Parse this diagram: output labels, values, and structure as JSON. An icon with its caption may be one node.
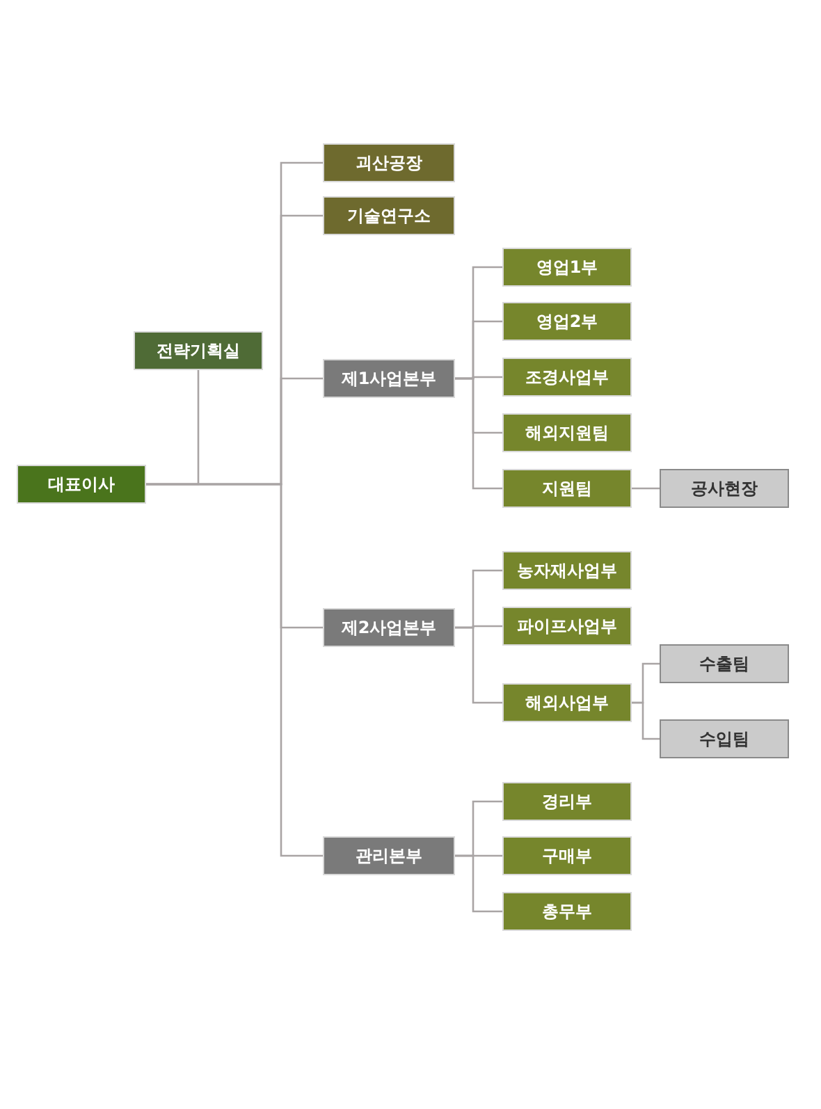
{
  "diagram": {
    "nodes": [
      {
        "text": [
          "대표이사"
        ]
      },
      {
        "text": [
          "전략기획실"
        ]
      },
      {
        "text": [
          "괴산공장"
        ]
      },
      {
        "text": [
          "기술연구소"
        ]
      },
      {
        "text": [
          "제1사업본부"
        ]
      },
      {
        "text": [
          "제2사업본부"
        ]
      },
      {
        "text": [
          "관리본부"
        ]
      },
      {
        "text": [
          "영업1부"
        ]
      },
      {
        "text": [
          "영업2부"
        ]
      },
      {
        "text": [
          "조경사업부"
        ]
      },
      {
        "text": [
          "해외지원팀"
        ]
      },
      {
        "text": [
          "지원팀"
        ]
      },
      {
        "text": [
          "공사현장"
        ]
      },
      {
        "text": [
          "농자재사업부"
        ]
      },
      {
        "text": [
          "파이프사업부"
        ]
      },
      {
        "text": [
          "해외사업부"
        ]
      },
      {
        "text": [
          "수출팀"
        ]
      },
      {
        "text": [
          "수입팀"
        ]
      },
      {
        "text": [
          "경리부"
        ]
      },
      {
        "text": [
          "구매부"
        ]
      },
      {
        "text": [
          "총무부"
        ]
      }
    ],
    "edges": [
      {
        "from": 0,
        "to": 1,
        "arrow": "none"
      },
      {
        "from": 0,
        "to": 2,
        "arrow": "none"
      },
      {
        "from": 0,
        "to": 3,
        "arrow": "none"
      },
      {
        "from": 0,
        "to": 4,
        "arrow": "none"
      },
      {
        "from": 0,
        "to": 5,
        "arrow": "none"
      },
      {
        "from": 0,
        "to": 6,
        "arrow": "none"
      },
      {
        "from": 4,
        "to": 7,
        "arrow": "none"
      },
      {
        "from": 4,
        "to": 8,
        "arrow": "none"
      },
      {
        "from": 4,
        "to": 9,
        "arrow": "none"
      },
      {
        "from": 4,
        "to": 10,
        "arrow": "none"
      },
      {
        "from": 4,
        "to": 11,
        "arrow": "none"
      },
      {
        "from": 11,
        "to": 12,
        "arrow": "none"
      },
      {
        "from": 5,
        "to": 13,
        "arrow": "none"
      },
      {
        "from": 5,
        "to": 14,
        "arrow": "none"
      },
      {
        "from": 5,
        "to": 15,
        "arrow": "none"
      },
      {
        "from": 15,
        "to": 16,
        "arrow": "none"
      },
      {
        "from": 15,
        "to": 17,
        "arrow": "none"
      },
      {
        "from": 6,
        "to": 18,
        "arrow": "none"
      },
      {
        "from": 6,
        "to": 19,
        "arrow": "none"
      },
      {
        "from": 6,
        "to": 20,
        "arrow": "none"
      }
    ]
  }
}
